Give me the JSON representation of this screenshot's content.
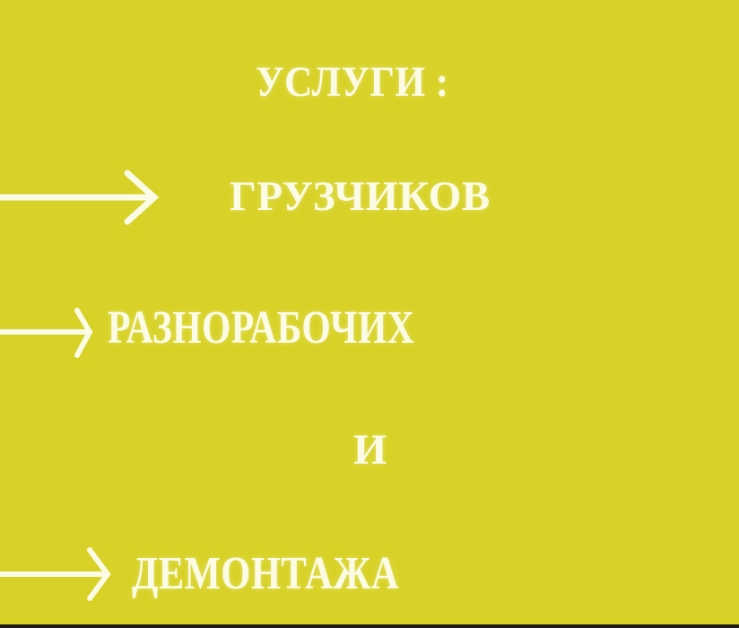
{
  "colors": {
    "background": "#d8d228",
    "text": "#fbfbe6",
    "bottom_bar": "#1c1c12"
  },
  "title": "УСЛУГИ :",
  "items": [
    {
      "label": "ГРУЗЧИКОВ",
      "icon": "arrow-right-icon"
    },
    {
      "label": "РАЗНОРАБОЧИХ",
      "icon": "arrow-right-icon"
    },
    {
      "label": "И",
      "icon": null
    },
    {
      "label": "ДЕМОНТАЖА",
      "icon": "arrow-right-icon"
    }
  ]
}
